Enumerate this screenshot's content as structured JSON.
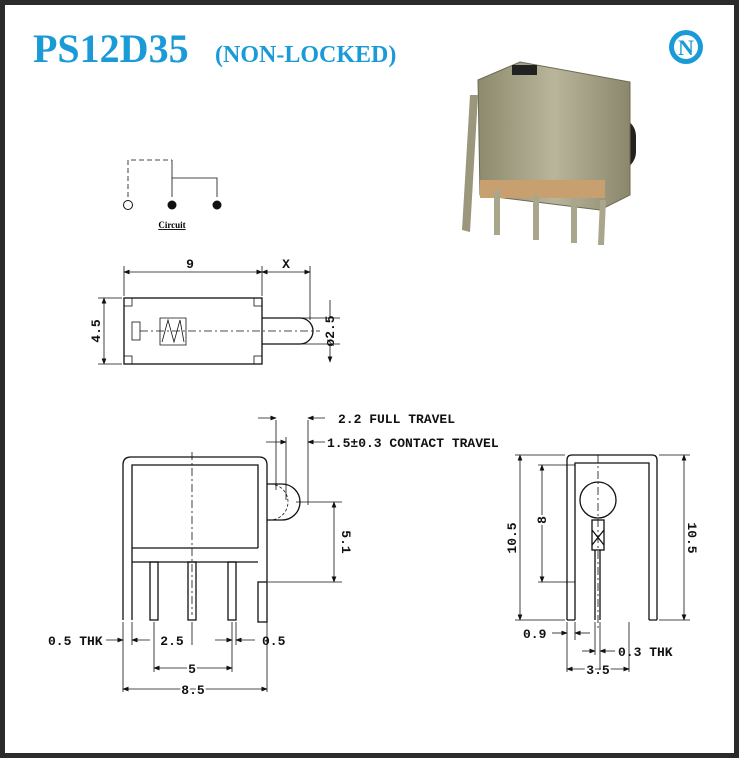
{
  "header": {
    "model": "PS12D35",
    "variant": "(NON-LOCKED)",
    "logo_letter": "N",
    "brand_color": "#1a9ad6"
  },
  "circuit": {
    "label": "Circuit"
  },
  "top_view": {
    "length": "9",
    "travel_x": "X",
    "height": "4.5",
    "plunger_dia": "ø2.5"
  },
  "front_view": {
    "full_travel": "2.2 FULL TRAVEL",
    "contact_travel": "1.5±0.3 CONTACT TRAVEL",
    "plunger_height": "5.1",
    "thickness": "0.5 THK",
    "pin_pitch": "2.5",
    "pin_width": "0.5",
    "outer_pin_span": "5",
    "overall_width": "8.5"
  },
  "side_view": {
    "height_left": "10.5",
    "height_inner": "8",
    "height_right": "10.5",
    "offset": "0.9",
    "thickness": "0.3 THK",
    "width": "3.5"
  }
}
